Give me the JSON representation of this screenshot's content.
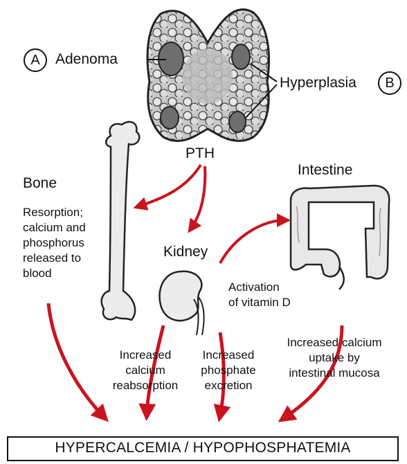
{
  "labels": {
    "a": "A",
    "b": "B",
    "adenoma": "Adenoma",
    "hyperplasia": "Hyperplasia",
    "pth": "PTH",
    "bone": "Bone",
    "intestine": "Intestine",
    "kidney": "Kidney",
    "resorption": [
      "Resorption;",
      "calcium and",
      "phosphorus",
      "released to",
      "blood"
    ],
    "activation": [
      "Activation",
      "of vitamin D"
    ],
    "calcium_reabsorption": [
      "Increased",
      "calcium",
      "reabsorption"
    ],
    "phosphate_excretion": [
      "Increased",
      "phosphate",
      "excretion"
    ],
    "calcium_uptake": [
      "Increased calcium",
      "uptake by",
      "intestinal mucosa"
    ],
    "result": "HYPERCALCEMIA / HYPOPHOSPHATEMIA"
  },
  "colors": {
    "arrow": "#c8141e",
    "gland": "#8a8a8a",
    "nodule": "#555555",
    "organ": "#eeeeee"
  }
}
